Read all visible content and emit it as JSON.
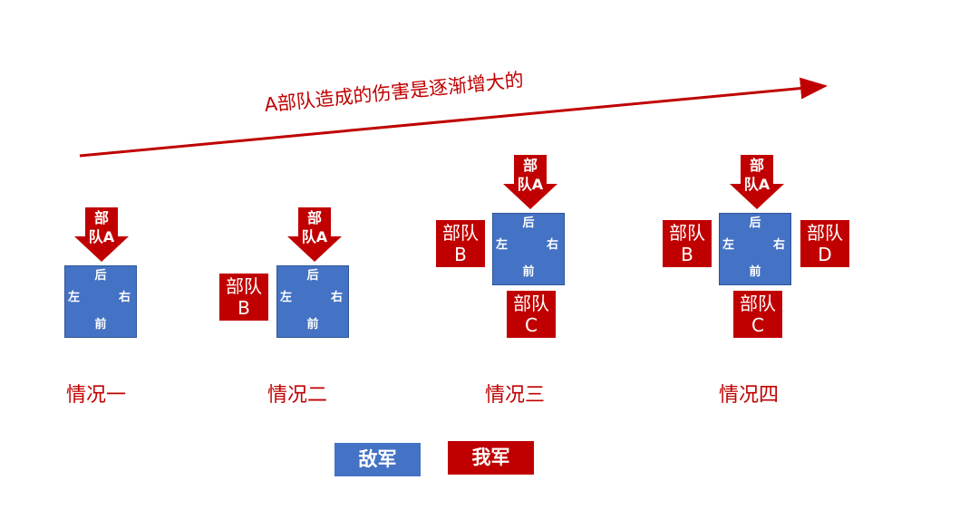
{
  "title": "A部队造成的伤害是逐渐增大的",
  "enemy_labels": {
    "back": "后",
    "left": "左",
    "right": "右",
    "front": "前"
  },
  "units": {
    "a": {
      "line1": "部",
      "line2": "队A"
    },
    "b": {
      "line1": "部队",
      "line2": "B"
    },
    "c": {
      "line1": "部队",
      "line2": "C"
    },
    "d": {
      "line1": "部队",
      "line2": "D"
    }
  },
  "cases": [
    "情况一",
    "情况二",
    "情况三",
    "情况四"
  ],
  "legend": {
    "enemy": "敌军",
    "ally": "我军"
  },
  "colors": {
    "enemy": "#4472c4",
    "ally": "#c00000"
  }
}
